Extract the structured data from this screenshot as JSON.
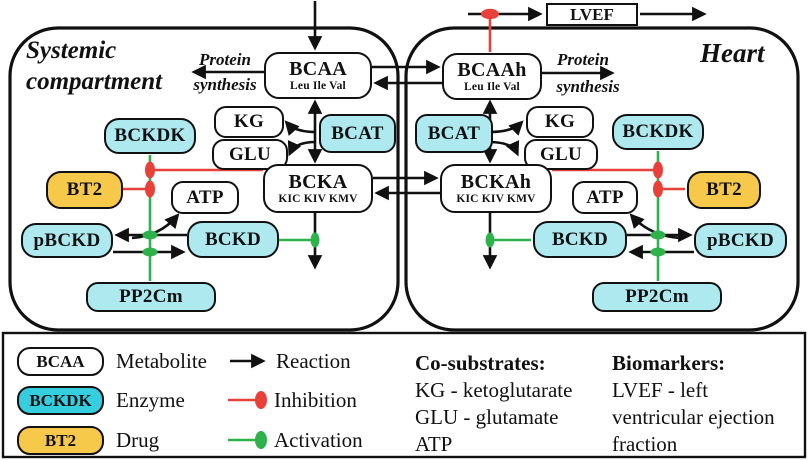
{
  "colors": {
    "line": "#111111",
    "metabolite_fill": "#ffffff",
    "enzyme_fill": "#aee9f0",
    "enzyme_legend_fill": "#35cedf",
    "drug_fill": "#f7c94b",
    "inhibition": "#e8413a",
    "activation": "#2eb24c"
  },
  "compartments": {
    "systemic": {
      "line1": "Systemic",
      "line2": "compartment"
    },
    "heart": {
      "label": "Heart"
    }
  },
  "nodes": {
    "lvef": {
      "label": "LVEF"
    },
    "bcaa": {
      "label": "BCAA",
      "sub": "Leu Ile Val"
    },
    "bcaah": {
      "label": "BCAAh",
      "sub": "Leu Ile Val"
    },
    "bcka": {
      "label": "BCKA",
      "sub": "KIC KIV KMV"
    },
    "bckah": {
      "label": "BCKAh",
      "sub": "KIC KIV KMV"
    },
    "kg": {
      "label": "KG"
    },
    "glu": {
      "label": "GLU"
    },
    "bcat": {
      "label": "BCAT"
    },
    "bckdk": {
      "label": "BCKDK"
    },
    "bt2": {
      "label": "BT2"
    },
    "atp": {
      "label": "ATP"
    },
    "pbckd": {
      "label": "pBCKD"
    },
    "bckd": {
      "label": "BCKD"
    },
    "pp2cm": {
      "label": "PP2Cm"
    }
  },
  "annotations": {
    "protein_synthesis": {
      "line1": "Protein",
      "line2": "synthesis"
    }
  },
  "legend": {
    "node_types": [
      {
        "sample": "BCAA",
        "label": "Metabolite"
      },
      {
        "sample": "BCKDK",
        "label": "Enzyme"
      },
      {
        "sample": "BT2",
        "label": "Drug"
      }
    ],
    "edge_types": [
      {
        "label": "Reaction"
      },
      {
        "label": "Inhibition"
      },
      {
        "label": "Activation"
      }
    ],
    "cosubstrates": {
      "heading": "Co-substrates:",
      "items": [
        "KG - ketoglutarate",
        "GLU - glutamate",
        "ATP"
      ]
    },
    "biomarkers": {
      "heading": "Biomarkers:",
      "items": [
        "LVEF - left",
        "ventricular ejection",
        "fraction"
      ]
    }
  }
}
